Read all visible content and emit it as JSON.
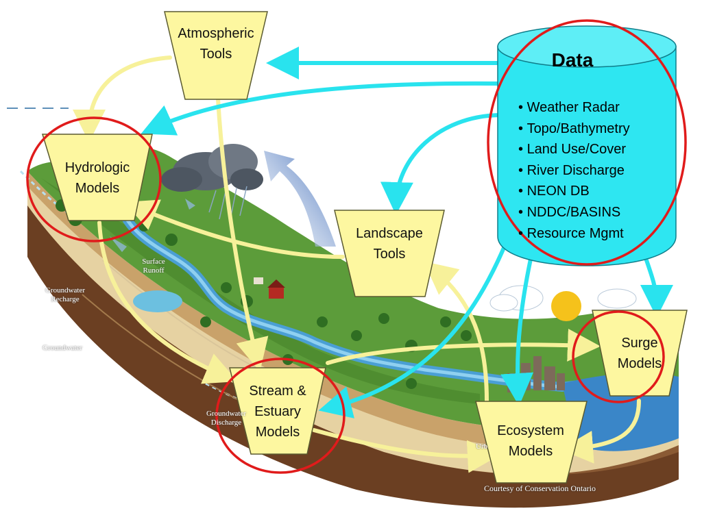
{
  "nodes": {
    "atmospheric": {
      "line1": "Atmospheric",
      "line2": "Tools"
    },
    "hydrologic": {
      "line1": "Hydrologic",
      "line2": "Models"
    },
    "landscape": {
      "line1": "Landscape",
      "line2": "Tools"
    },
    "stream": {
      "line1": "Stream &",
      "line2": "Estuary",
      "line3": "Models"
    },
    "ecosystem": {
      "line1": "Ecosystem",
      "line2": "Models"
    },
    "surge": {
      "line1": "Surge",
      "line2": "Models"
    }
  },
  "data_store": {
    "title": "Data",
    "items": [
      "Weather Radar",
      "Topo/Bathymetry",
      "Land Use/Cover",
      "River Discharge",
      "NEON DB",
      "NDDC/BASINS",
      "Resource Mgmt"
    ]
  },
  "illustration_labels": {
    "surface_runoff": "Surface Runoff",
    "groundwater_recharge": "Groundwater Recharge",
    "groundwater": "Groundwater",
    "groundwater_discharge": "Groundwater Discharge",
    "urban": "Urb"
  },
  "credit": "Courtesy of Conservation Ontario",
  "colors": {
    "box_fill": "#fdf7a0",
    "flow_arrow": "#f7f19a",
    "data_arrow": "#29e3ee",
    "cylinder": "#2ee6f1",
    "highlight_circle": "#e01b1b"
  }
}
